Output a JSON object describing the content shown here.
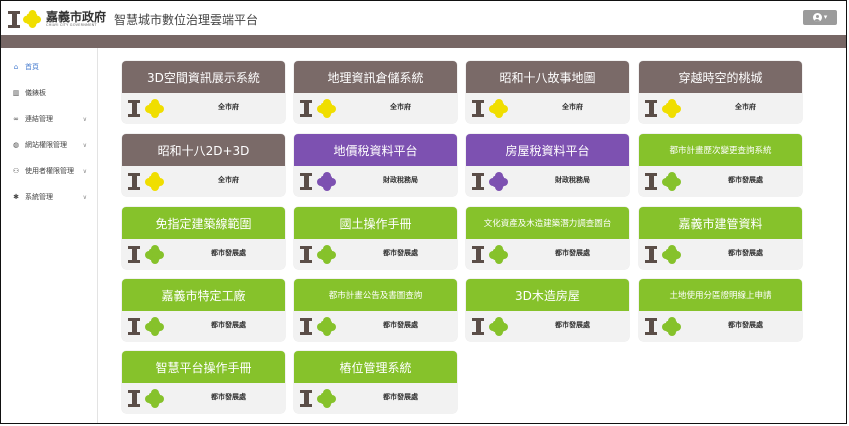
{
  "header": {
    "logo_zh": "嘉義市政府",
    "logo_en": "CHIAYI CITY GOVERNMENT",
    "site_title": "智慧城市數位治理雲端平台",
    "user_icon": "user-avatar-icon",
    "user_caret": "chevron-down-icon"
  },
  "colors": {
    "brown": "#7a6a68",
    "purple": "#7d51b1",
    "green": "#86c22b",
    "yellow": "#f0de00",
    "bar": "#776765",
    "active": "#4b7fd0"
  },
  "sidebar": {
    "items": [
      {
        "label": "首頁",
        "icon": "home-icon",
        "has_submenu": false,
        "active": true
      },
      {
        "label": "儀錶板",
        "icon": "chart-icon",
        "has_submenu": false,
        "active": false
      },
      {
        "label": "連結管理",
        "icon": "link-icon",
        "has_submenu": true,
        "active": false
      },
      {
        "label": "網站權限管理",
        "icon": "globe-icon",
        "has_submenu": true,
        "active": false
      },
      {
        "label": "使用者權限管理",
        "icon": "users-icon",
        "has_submenu": true,
        "active": false
      },
      {
        "label": "系統管理",
        "icon": "gear-icon",
        "has_submenu": true,
        "active": false
      }
    ]
  },
  "apps": [
    {
      "title": "3D空間資訊展示系統",
      "org": "全市府",
      "theme": "brown"
    },
    {
      "title": "地理資訊倉儲系統",
      "org": "全市府",
      "theme": "brown"
    },
    {
      "title": "昭和十八故事地圖",
      "org": "全市府",
      "theme": "brown"
    },
    {
      "title": "穿越時空的桃城",
      "org": "全市府",
      "theme": "brown"
    },
    {
      "title": "昭和十八2D+3D",
      "org": "全市府",
      "theme": "brown"
    },
    {
      "title": "地價稅資料平台",
      "org": "財政稅務局",
      "theme": "purple"
    },
    {
      "title": "房屋稅資料平台",
      "org": "財政稅務局",
      "theme": "purple"
    },
    {
      "title": "都市計畫歷次變更查詢系統",
      "org": "都市發展處",
      "theme": "green"
    },
    {
      "title": "免指定建築線範圍",
      "org": "都市發展處",
      "theme": "green"
    },
    {
      "title": "國土操作手冊",
      "org": "都市發展處",
      "theme": "green"
    },
    {
      "title": "文化資產及木造建築潛力調查圖台",
      "org": "都市發展處",
      "theme": "green"
    },
    {
      "title": "嘉義市建管資料",
      "org": "都市發展處",
      "theme": "green"
    },
    {
      "title": "嘉義市特定工廠",
      "org": "都市發展處",
      "theme": "green"
    },
    {
      "title": "都市計畫公告及書圖查詢",
      "org": "都市發展處",
      "theme": "green"
    },
    {
      "title": "3D木造房屋",
      "org": "都市發展處",
      "theme": "green"
    },
    {
      "title": "土地使用分區證明線上申請",
      "org": "都市發展處",
      "theme": "green"
    },
    {
      "title": "智慧平台操作手冊",
      "org": "都市發展處",
      "theme": "green"
    },
    {
      "title": "樁位管理系統",
      "org": "都市發展處",
      "theme": "green"
    }
  ]
}
